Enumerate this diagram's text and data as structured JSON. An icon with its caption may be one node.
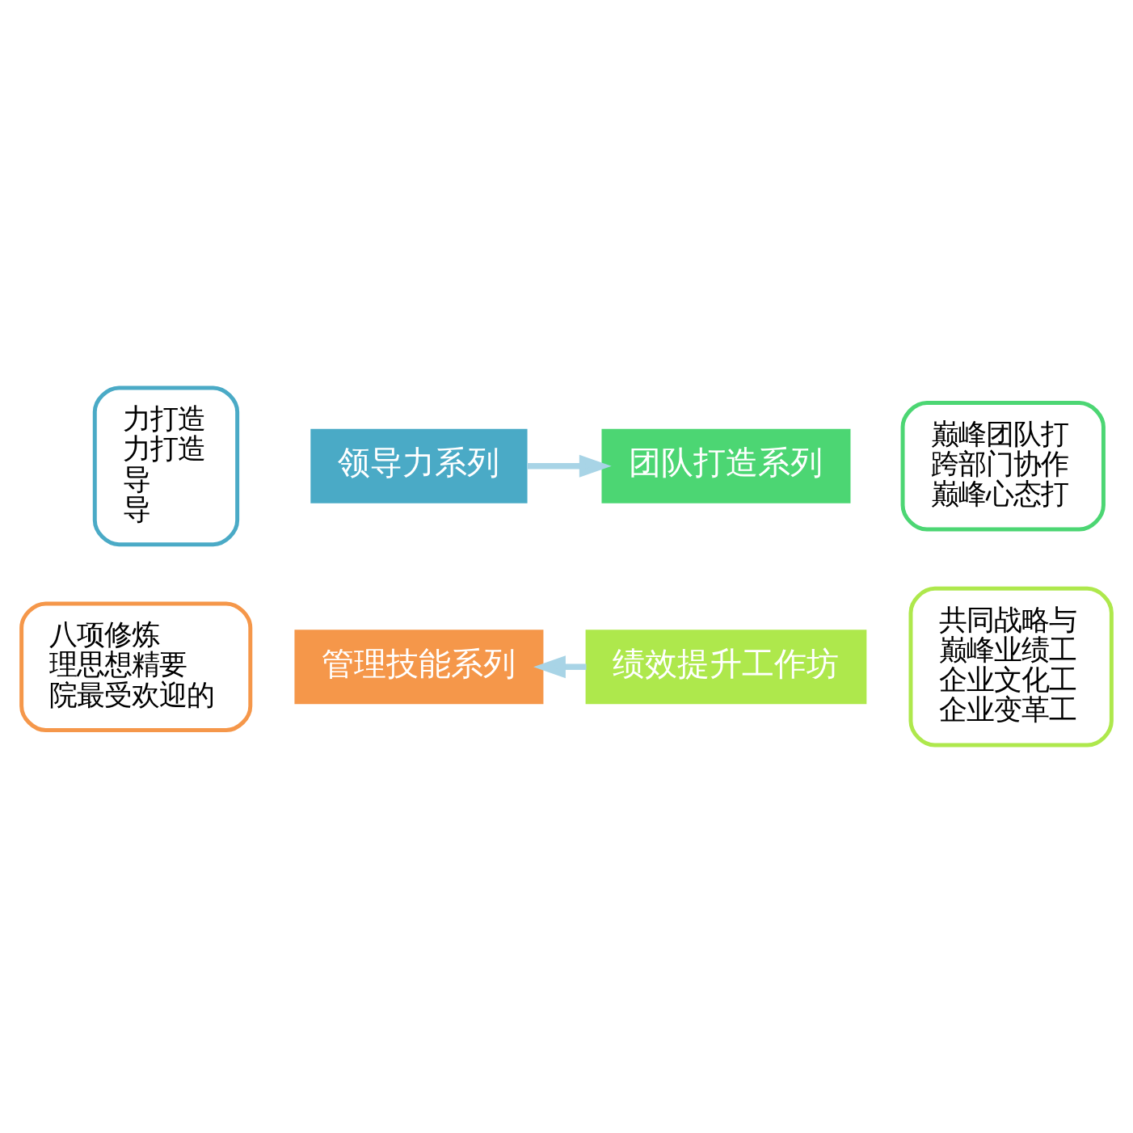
{
  "diagram": {
    "nodes": [
      {
        "text": [
          "力打造",
          "力打造",
          "导",
          "导"
        ]
      },
      {
        "text": [
          "巅峰团队打",
          "跨部门协作",
          "巅峰心态打"
        ]
      },
      {
        "text": [
          "八项修炼",
          "理思想精要",
          "院最受欢迎的"
        ]
      },
      {
        "text": [
          "共同战略与",
          "巅峰业绩工",
          "企业文化工",
          "企业变革工"
        ]
      },
      {
        "text": [
          "领导力系列"
        ]
      },
      {
        "text": [
          "团队打造系列"
        ]
      },
      {
        "text": [
          "管理技能系列"
        ]
      },
      {
        "text": [
          "绩效提升工作坊"
        ]
      }
    ],
    "edges": [
      {
        "from": 4,
        "to": 5,
        "arrow": "to"
      },
      {
        "from": 7,
        "to": 6,
        "arrow": "to"
      }
    ]
  }
}
